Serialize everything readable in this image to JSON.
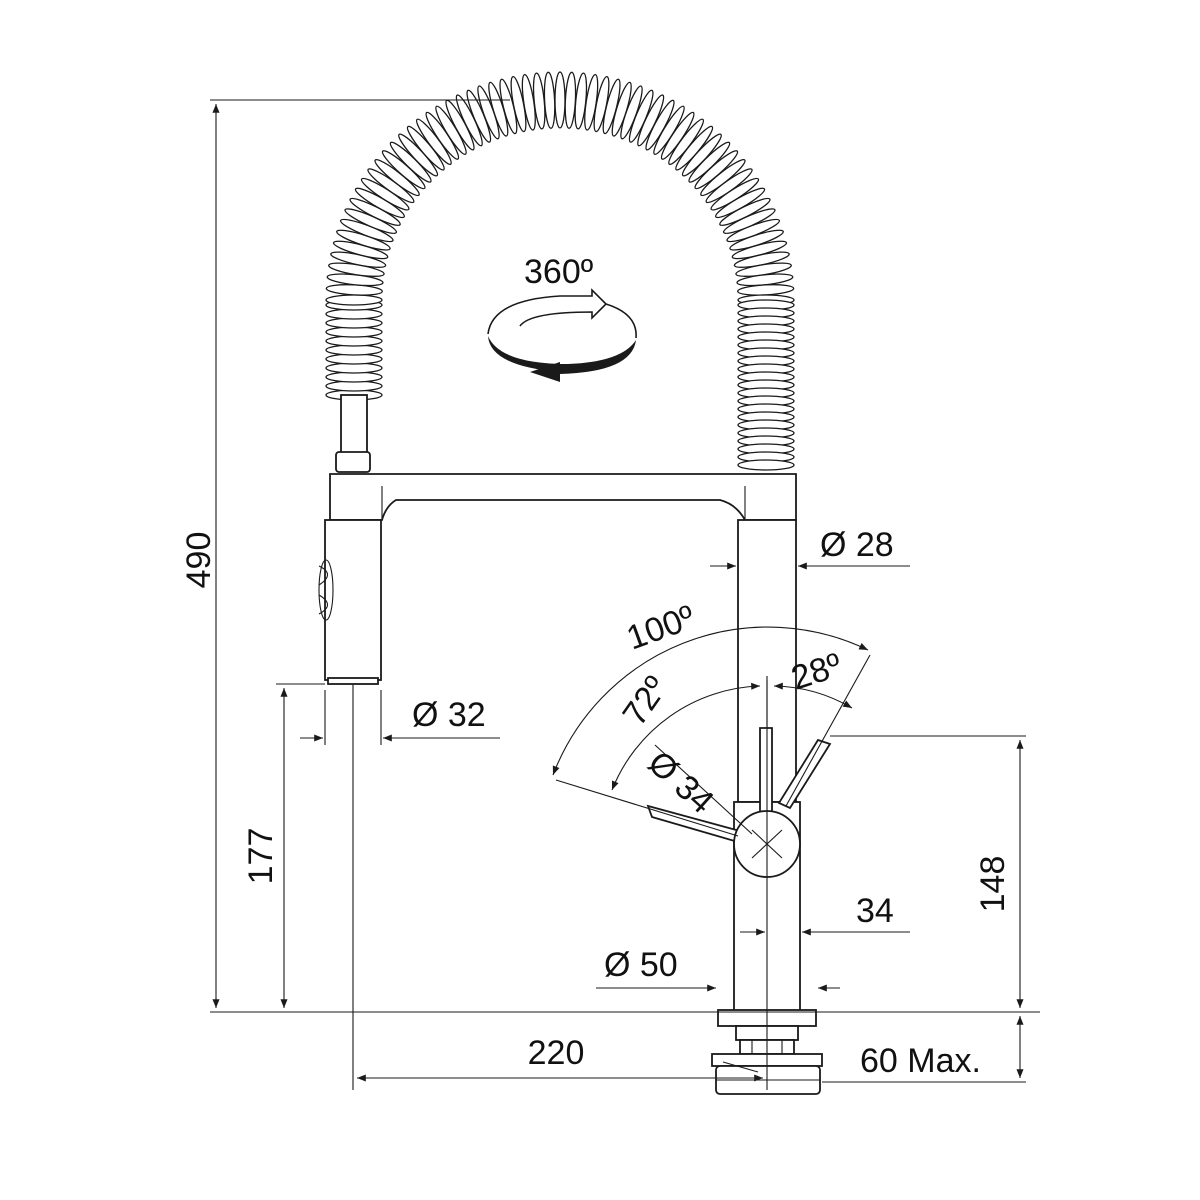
{
  "diagram": {
    "rotation_label": "360º",
    "dimensions": {
      "total_height": "490",
      "spout_height": "177",
      "handle_height": "148",
      "spout_reach": "220",
      "max_thickness": "60 Max.",
      "spray_diameter": "Ø 32",
      "column_diameter": "Ø 28",
      "lever_diameter": "Ø 34",
      "base_diameter": "Ø 50",
      "body_width": "34",
      "angle_total": "100º",
      "angle_front": "72º",
      "angle_back": "28º"
    },
    "colors": {
      "line": "#1a1a1a",
      "background": "#ffffff"
    }
  }
}
